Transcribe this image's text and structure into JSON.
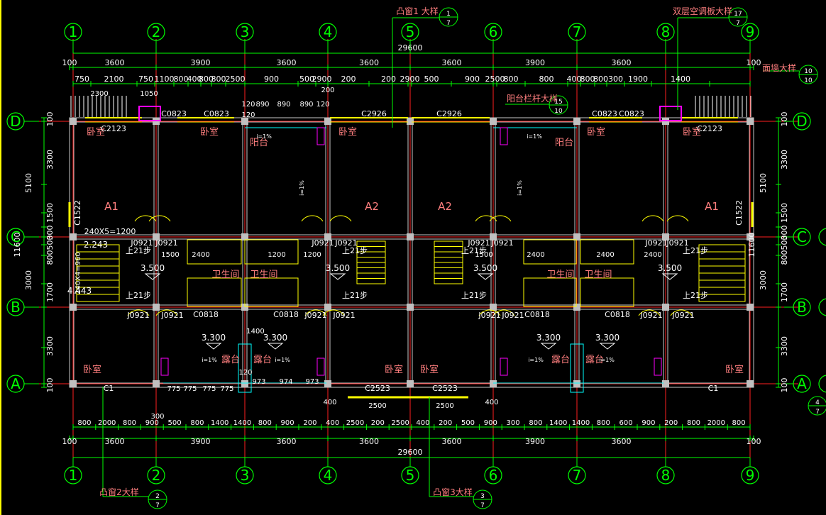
{
  "colors": {
    "background": "#000000",
    "grid_line": "#ff2020",
    "bubble": "#00ff00",
    "dimension": "#00ff00",
    "dim_text": "#ffffff",
    "room_label": "#ff7f7f",
    "door_window": "#ffff00",
    "column": "#c0c0c0",
    "callout": "#00ff00",
    "cyan": "#00ffff",
    "magenta": "#ff00ff",
    "edge": "#ffff00"
  },
  "axes_x": [
    "1",
    "2",
    "3",
    "4",
    "5",
    "6",
    "7",
    "8",
    "9"
  ],
  "axes_y": [
    "D",
    "C",
    "B",
    "A"
  ],
  "total_dimension": "29600",
  "top_dim_row": [
    "100",
    "3600",
    "3900",
    "3600",
    "3600",
    "3600",
    "3900",
    "3600",
    "100"
  ],
  "bottom_dim_row": [
    "100",
    "3600",
    "3900",
    "3600",
    "3600",
    "3600",
    "3900",
    "3600",
    "100"
  ],
  "top_detail_row": [
    "750",
    "2100",
    "750",
    "1100",
    "800",
    "400",
    "800",
    "800",
    "2500",
    "900",
    "500",
    "2900",
    "200",
    "200",
    "2900",
    "500",
    "900",
    "2500",
    "800",
    "800",
    "400",
    "800",
    "800",
    "300",
    "1900",
    "1400"
  ],
  "bottom_detail_row": [
    "800",
    "2000",
    "800",
    "900",
    "500",
    "800",
    "1400",
    "1400",
    "800",
    "900",
    "200",
    "400",
    "2500",
    "200",
    "2500",
    "400",
    "200",
    "500",
    "900",
    "300",
    "800",
    "1400",
    "1400",
    "800",
    "600",
    "900",
    "200",
    "800",
    "2000",
    "800"
  ],
  "left_dims": [
    "100",
    "3300",
    "5100",
    "1500",
    "300",
    "11600",
    "500",
    "800",
    "3000",
    "1700",
    "3300",
    "100"
  ],
  "right_dims": [
    "100",
    "3300",
    "5100",
    "1500",
    "300",
    "11600",
    "500",
    "800",
    "3000",
    "1700",
    "3300",
    "100"
  ],
  "callouts": {
    "top1": {
      "label": "凸窗1 大样",
      "num": "1",
      "den": "7"
    },
    "top2": {
      "label": "双层空调板大样",
      "num": "17",
      "den": "7"
    },
    "top3": {
      "label": "面墙大样",
      "num": "10",
      "den": "10"
    },
    "mid1": {
      "label": "阳台栏杆大样",
      "num": "15",
      "den": "10"
    },
    "bot1": {
      "label": "凸窗2大样",
      "num": "2",
      "den": "7"
    },
    "bot2": {
      "label": "凸窗3大样",
      "num": "3",
      "den": "7"
    },
    "right1": {
      "num": "4",
      "den": "7"
    }
  },
  "rooms": {
    "bedroom": "卧室",
    "balcony": "阳台",
    "bathroom": "卫生间",
    "terrace": "露台",
    "unit_a1": "A1",
    "unit_a2": "A2"
  },
  "window_labels": [
    "C2123",
    "C0823",
    "C0823",
    "C2926",
    "C2926",
    "C0823",
    "C0823",
    "C2123",
    "C1522",
    "C1522",
    "C0818",
    "C0818",
    "C0818",
    "C0818",
    "C1",
    "C1",
    "C2523",
    "C2523"
  ],
  "door_labels": [
    "J0921"
  ],
  "elevations": [
    "3.500",
    "3.500",
    "3.500",
    "3.500",
    "3.300",
    "3.300",
    "3.300",
    "3.300",
    "2.243",
    "4.443"
  ],
  "stair_labels": [
    "上21步",
    "240X5=1200",
    "240X4=960"
  ],
  "slope": "i=1%",
  "misc_dims": [
    "2300",
    "1050",
    "120",
    "890",
    "890",
    "890",
    "120",
    "120",
    "1500",
    "1200",
    "1200",
    "1500",
    "2400",
    "2400",
    "2400",
    "2400",
    "1400",
    "775",
    "775",
    "775",
    "775",
    "120",
    "973",
    "974",
    "973",
    "2500",
    "2500",
    "400",
    "400",
    "300",
    "200"
  ]
}
